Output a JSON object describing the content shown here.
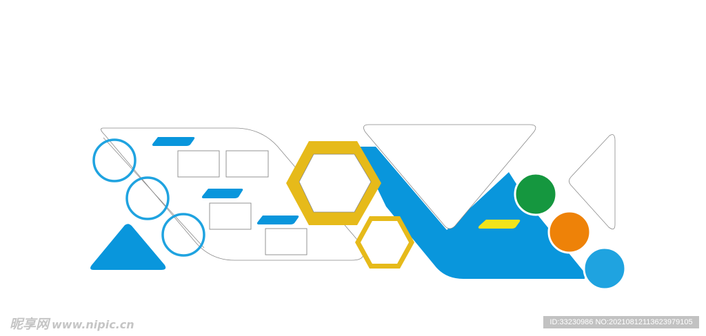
{
  "palette": {
    "blue": "#0996DC",
    "light_blue": "#1FA3E0",
    "gold": "#E6BA1A",
    "yellow": "#F2E31B",
    "green": "#15973F",
    "orange": "#EE8208",
    "outline": "#888888",
    "white": "#ffffff"
  },
  "watermark": {
    "logo_text": "昵享网",
    "url": "www.nipic.cn",
    "id_text": "ID:33230986 NO:20210812113623979105"
  }
}
